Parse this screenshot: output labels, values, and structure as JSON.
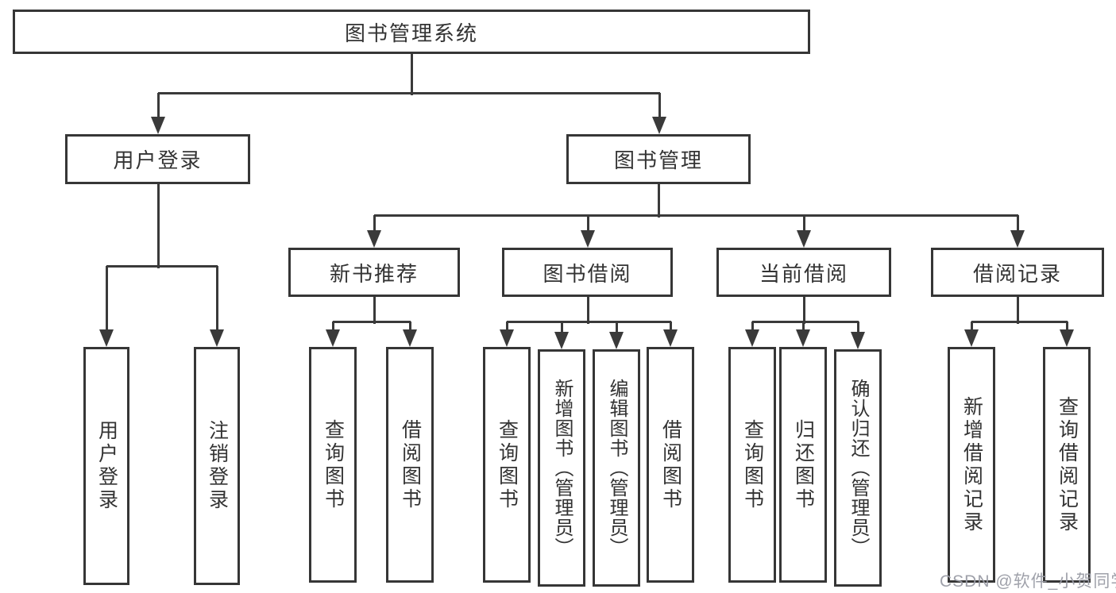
{
  "colors": {
    "background": "#ffffff",
    "line": "#3a3a3a",
    "box_border": "#363636",
    "text": "#333333",
    "watermark": "#9a9ca5"
  },
  "watermark": {
    "text": "CSDN @软件_小贺同学"
  },
  "tree": {
    "root": {
      "label": "图书管理系统"
    },
    "branches": [
      {
        "label": "用户登录",
        "children": [
          {
            "label": "用户登录"
          },
          {
            "label": "注销登录"
          }
        ]
      },
      {
        "label": "图书管理",
        "children": [
          {
            "label": "新书推荐",
            "children": [
              {
                "label": "查询图书"
              },
              {
                "label": "借阅图书"
              }
            ]
          },
          {
            "label": "图书借阅",
            "children": [
              {
                "label": "查询图书"
              },
              {
                "label": "新增图书（管理员）"
              },
              {
                "label": "编辑图书（管理员）"
              },
              {
                "label": "借阅图书"
              }
            ]
          },
          {
            "label": "当前借阅",
            "children": [
              {
                "label": "查询图书"
              },
              {
                "label": "归还图书"
              },
              {
                "label": "确认归还（管理员）"
              }
            ]
          },
          {
            "label": "借阅记录",
            "children": [
              {
                "label": "新增借阅记录"
              },
              {
                "label": "查询借阅记录"
              }
            ]
          }
        ]
      }
    ]
  }
}
